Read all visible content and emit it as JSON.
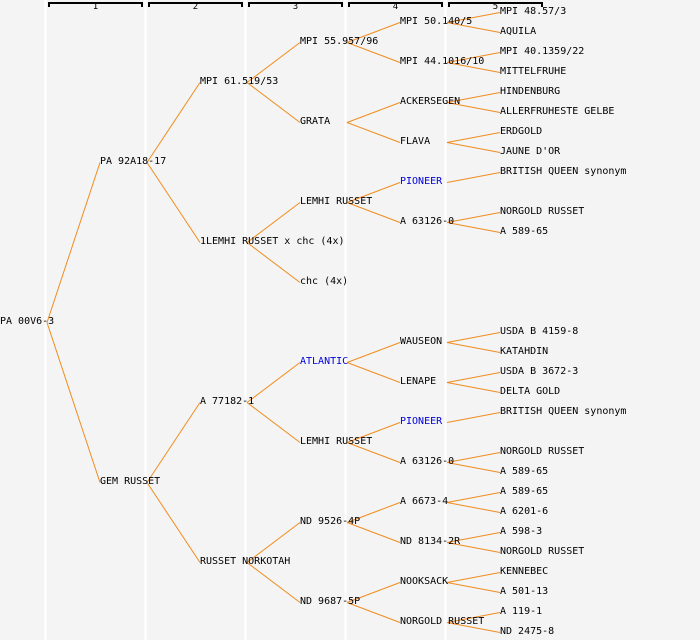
{
  "colors": {
    "background": "#f4f4f4",
    "line": "#f08c1e",
    "column_divider": "#ffffff",
    "link_text": "#0000dd",
    "text": "#000000"
  },
  "columns": [
    "1",
    "2",
    "3",
    "4",
    "5"
  ],
  "root": {
    "label": "PA 00V6-3",
    "link": false,
    "children": [
      {
        "label": "PA 92A18-17",
        "link": false,
        "children": [
          {
            "label": "MPI 61.519/53",
            "link": false,
            "children": [
              {
                "label": "MPI 55.957/96",
                "link": false,
                "children": [
                  {
                    "label": "MPI 50.140/5",
                    "link": false,
                    "children": [
                      {
                        "label": "MPI 48.57/3",
                        "link": false
                      },
                      {
                        "label": "AQUILA",
                        "link": false
                      }
                    ]
                  },
                  {
                    "label": "MPI 44.1016/10",
                    "link": false,
                    "children": [
                      {
                        "label": "MPI 40.1359/22",
                        "link": false
                      },
                      {
                        "label": "MITTELFRUHE",
                        "link": false
                      }
                    ]
                  }
                ]
              },
              {
                "label": "GRATA",
                "link": false,
                "children": [
                  {
                    "label": "ACKERSEGEN",
                    "link": false,
                    "children": [
                      {
                        "label": "HINDENBURG",
                        "link": false
                      },
                      {
                        "label": "ALLERFRUHESTE GELBE",
                        "link": false
                      }
                    ]
                  },
                  {
                    "label": "FLAVA",
                    "link": false,
                    "children": [
                      {
                        "label": "ERDGOLD",
                        "link": false
                      },
                      {
                        "label": "JAUNE D'OR",
                        "link": false
                      }
                    ]
                  }
                ]
              }
            ]
          },
          {
            "label": "1LEMHI RUSSET x chc (4x)",
            "link": false,
            "children": [
              {
                "label": "LEMHI RUSSET",
                "link": false,
                "children": [
                  {
                    "label": "PIONEER",
                    "link": true,
                    "children": [
                      {
                        "label": "BRITISH QUEEN synonym",
                        "link": false
                      },
                      null
                    ]
                  },
                  {
                    "label": "A 63126-0",
                    "link": false,
                    "children": [
                      {
                        "label": "NORGOLD RUSSET",
                        "link": false
                      },
                      {
                        "label": "A 589-65",
                        "link": false
                      }
                    ]
                  }
                ]
              },
              {
                "label": "chc (4x)",
                "link": false
              }
            ]
          }
        ]
      },
      {
        "label": "GEM RUSSET",
        "link": false,
        "children": [
          {
            "label": "A 77182-1",
            "link": false,
            "children": [
              {
                "label": "ATLANTIC",
                "link": true,
                "children": [
                  {
                    "label": "WAUSEON",
                    "link": false,
                    "children": [
                      {
                        "label": "USDA B 4159-8",
                        "link": false
                      },
                      {
                        "label": "KATAHDIN",
                        "link": false
                      }
                    ]
                  },
                  {
                    "label": "LENAPE",
                    "link": false,
                    "children": [
                      {
                        "label": "USDA B 3672-3",
                        "link": false
                      },
                      {
                        "label": "DELTA GOLD",
                        "link": false
                      }
                    ]
                  }
                ]
              },
              {
                "label": "LEMHI RUSSET",
                "link": false,
                "children": [
                  {
                    "label": "PIONEER",
                    "link": true,
                    "children": [
                      {
                        "label": "BRITISH QUEEN synonym",
                        "link": false
                      },
                      null
                    ]
                  },
                  {
                    "label": "A 63126-0",
                    "link": false,
                    "children": [
                      {
                        "label": "NORGOLD RUSSET",
                        "link": false
                      },
                      {
                        "label": "A 589-65",
                        "link": false
                      }
                    ]
                  }
                ]
              }
            ]
          },
          {
            "label": "RUSSET NORKOTAH",
            "link": false,
            "children": [
              {
                "label": "ND 9526-4P",
                "link": false,
                "children": [
                  {
                    "label": "A 6673-4",
                    "link": false,
                    "children": [
                      {
                        "label": "A 589-65",
                        "link": false
                      },
                      {
                        "label": "A 6201-6",
                        "link": false
                      }
                    ]
                  },
                  {
                    "label": "ND 8134-2R",
                    "link": false,
                    "children": [
                      {
                        "label": "A 598-3",
                        "link": false
                      },
                      {
                        "label": "NORGOLD RUSSET",
                        "link": false
                      }
                    ]
                  }
                ]
              },
              {
                "label": "ND 9687-5P",
                "link": false,
                "children": [
                  {
                    "label": "NOOKSACK",
                    "link": false,
                    "children": [
                      {
                        "label": "KENNEBEC",
                        "link": false
                      },
                      {
                        "label": "A 501-13",
                        "link": false
                      }
                    ]
                  },
                  {
                    "label": "NORGOLD RUSSET",
                    "link": false,
                    "children": [
                      {
                        "label": "A 119-1",
                        "link": false
                      },
                      {
                        "label": "ND 2475-8",
                        "link": false
                      }
                    ]
                  }
                ]
              }
            ]
          }
        ]
      }
    ]
  }
}
